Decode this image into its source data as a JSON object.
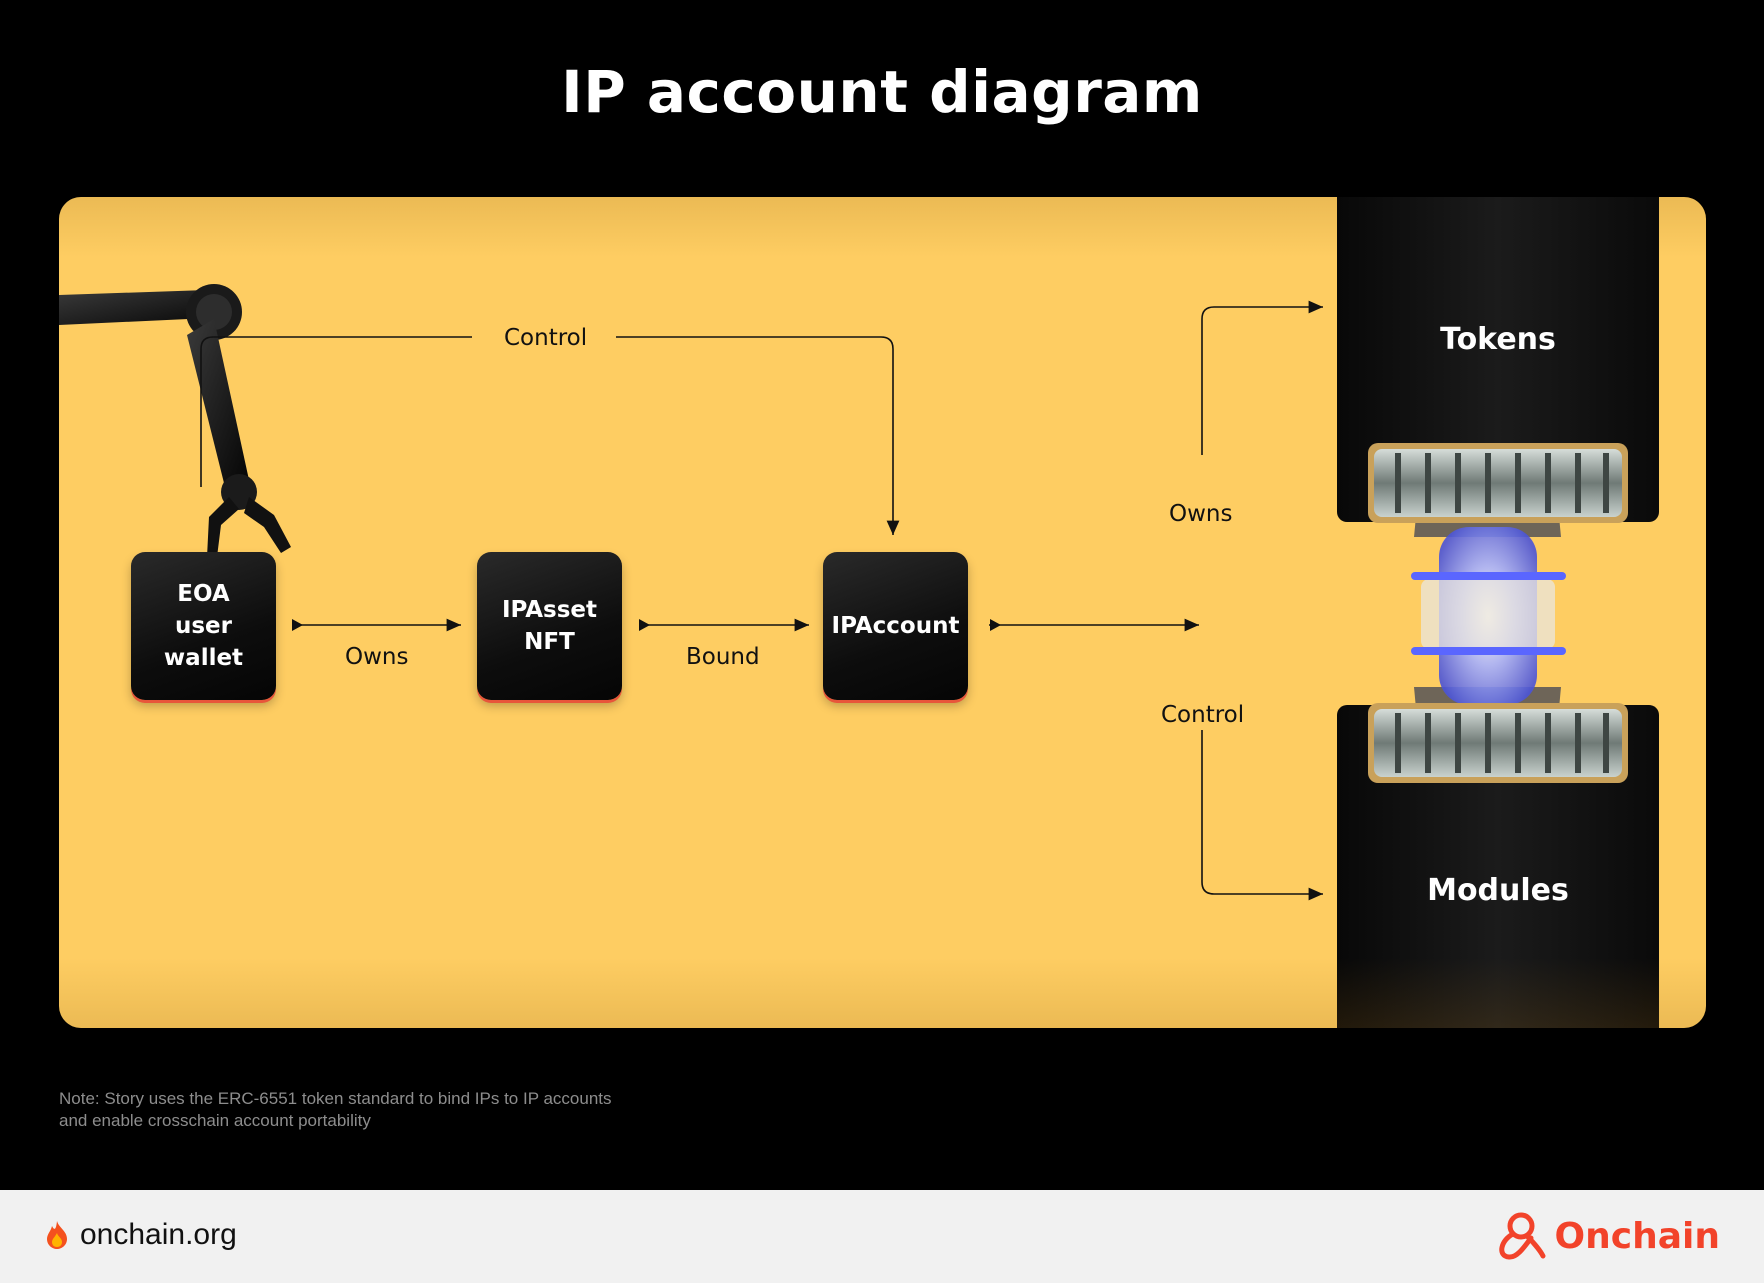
{
  "title": "IP account diagram",
  "nodes": {
    "eoa": "EOA\nuser\nwallet",
    "ipasset": "IPAsset\nNFT",
    "ipaccount": "IPAccount",
    "tokens": "Tokens",
    "modules": "Modules"
  },
  "edges": {
    "control_top": "Control",
    "owns_1": "Owns",
    "bound": "Bound",
    "owns_2": "Owns",
    "control_2": "Control"
  },
  "note": "Note: Story uses the ERC-6551 token standard to bind IPs to IP accounts and enable crosschain account portability",
  "footer": {
    "site": "onchain.org",
    "brand": "Onchain"
  },
  "colors": {
    "panel": "#fecd62",
    "accent": "#f2432a",
    "box_glow": "#e8553a",
    "background": "#000000"
  }
}
